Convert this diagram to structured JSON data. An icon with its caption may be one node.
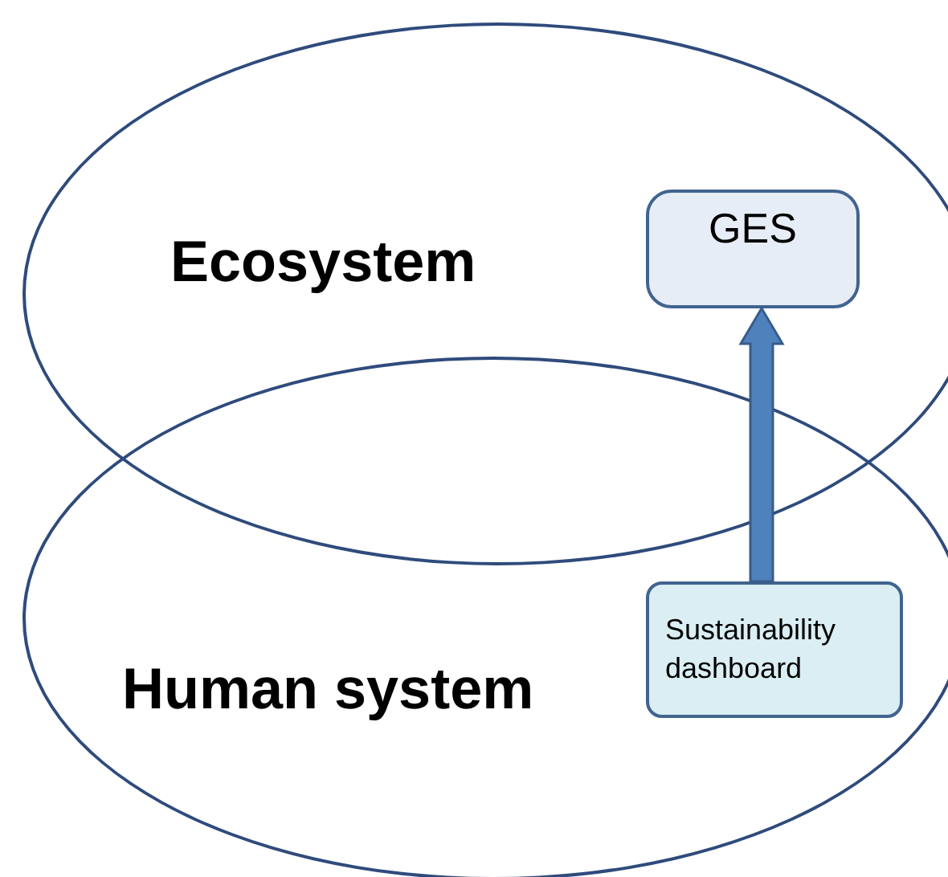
{
  "diagram": {
    "nodes": [
      {
        "text": [
          "Ecosystem"
        ]
      },
      {
        "text": [
          "Human system"
        ]
      },
      {
        "text": [
          "GES"
        ],
        "in": 0
      },
      {
        "text": [
          "Sustainability dashboard"
        ],
        "in": 1
      }
    ],
    "edges": [
      {
        "from": 3,
        "to": 2,
        "arrow": "to",
        "style": "thick",
        "color": "#4f81bd"
      }
    ]
  }
}
